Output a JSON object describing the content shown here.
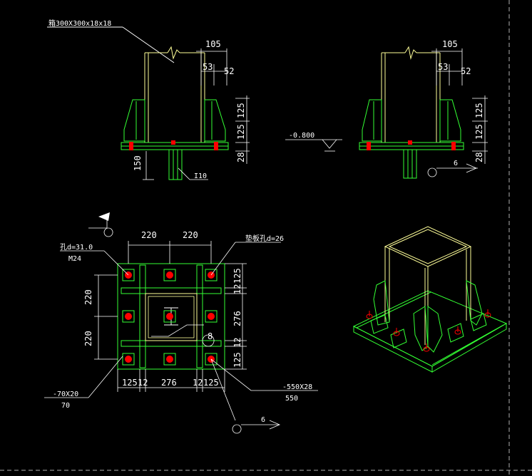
{
  "colors": {
    "background": "#000000",
    "plate": "#33ff33",
    "column": "#ffff99",
    "bolt": "#ff0000",
    "dimension": "#ffffff",
    "leader": "#ffffff",
    "dashed_border": "#b0b0b0"
  },
  "section_left": {
    "column_label": "箱300X300x18x18",
    "dim_105": "105",
    "dim_53": "53",
    "dim_52": "52",
    "dim_125_top": "125",
    "dim_125_mid": "125",
    "dim_28": "28",
    "dim_150": "150",
    "shear_key_label": "I10"
  },
  "section_right": {
    "dim_105": "105",
    "dim_53": "53",
    "dim_52": "52",
    "dim_125_top": "125",
    "dim_125_mid": "125",
    "dim_28": "28",
    "elevation": "-0.800",
    "section_mark": "6"
  },
  "plan": {
    "dim_top_1": "220",
    "dim_top_2": "220",
    "dim_left_1": "220",
    "dim_left_2": "220",
    "dim_right_125a": "125",
    "dim_right_12a": "12",
    "dim_right_276": "276",
    "dim_right_125b": "125",
    "dim_right_12b": "12",
    "dim_bottom_125a": "125",
    "dim_bottom_12a": "12",
    "dim_bottom_276": "276",
    "dim_bottom_12b": "12",
    "dim_bottom_125b": "125",
    "hole_label": "孔d=31.0",
    "bolt_label": "M24",
    "washer_label": "垫板孔d=26",
    "stiffener_label": "-70X20",
    "stiffener_value": "70",
    "plate_label": "-550X28",
    "plate_value": "550",
    "weld_size": "8",
    "section_mark": "6"
  },
  "iso_view": {
    "bolt_count": 5
  }
}
